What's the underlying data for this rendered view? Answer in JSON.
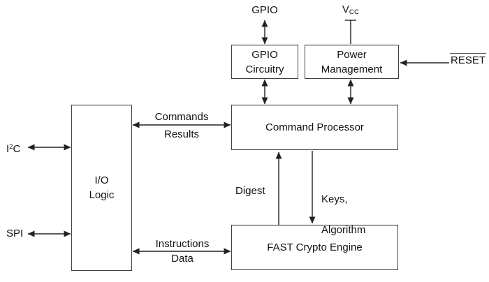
{
  "boxes": {
    "gpio_circuitry": {
      "line1": "GPIO",
      "line2": "Circuitry"
    },
    "power_management": {
      "line1": "Power",
      "line2": "Management"
    },
    "command_processor": {
      "label": "Command Processor"
    },
    "io_logic": {
      "line1": "I/O",
      "line2": "Logic"
    },
    "fast_crypto_engine": {
      "label": "FAST Crypto Engine"
    }
  },
  "pins": {
    "gpio": "GPIO",
    "vcc": {
      "main": "V",
      "sub": "CC"
    },
    "reset": "RESET",
    "i2c": {
      "pre": "I",
      "sup": "2",
      "post": "C"
    },
    "spi": "SPI"
  },
  "bus_labels": {
    "commands": "Commands",
    "results": "Results",
    "instructions": "Instructions",
    "data": "Data",
    "digest": "Digest",
    "keys_line1": "Keys,",
    "keys_line2": "Algorithm"
  },
  "colors": {
    "line": "#222222",
    "box_border": "#404040",
    "text": "#111111",
    "background": "#ffffff"
  }
}
